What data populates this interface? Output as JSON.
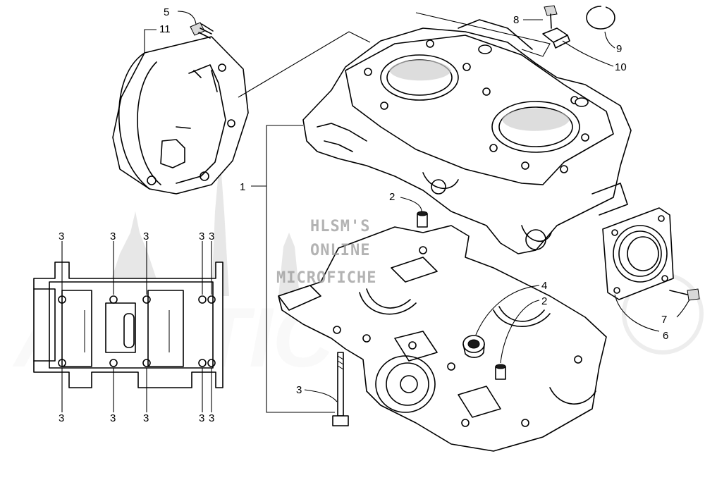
{
  "diagram": {
    "callouts": {
      "c1": "1",
      "c2a": "2",
      "c2b": "2",
      "c3": "3",
      "c4": "4",
      "c5": "5",
      "c6": "6",
      "c7": "7",
      "c8": "8",
      "c9": "9",
      "c10": "10",
      "c11": "11"
    },
    "watermark": {
      "line1": "HLSM'S",
      "line2": "ONLINE",
      "line3": "MICROFICHE"
    }
  }
}
